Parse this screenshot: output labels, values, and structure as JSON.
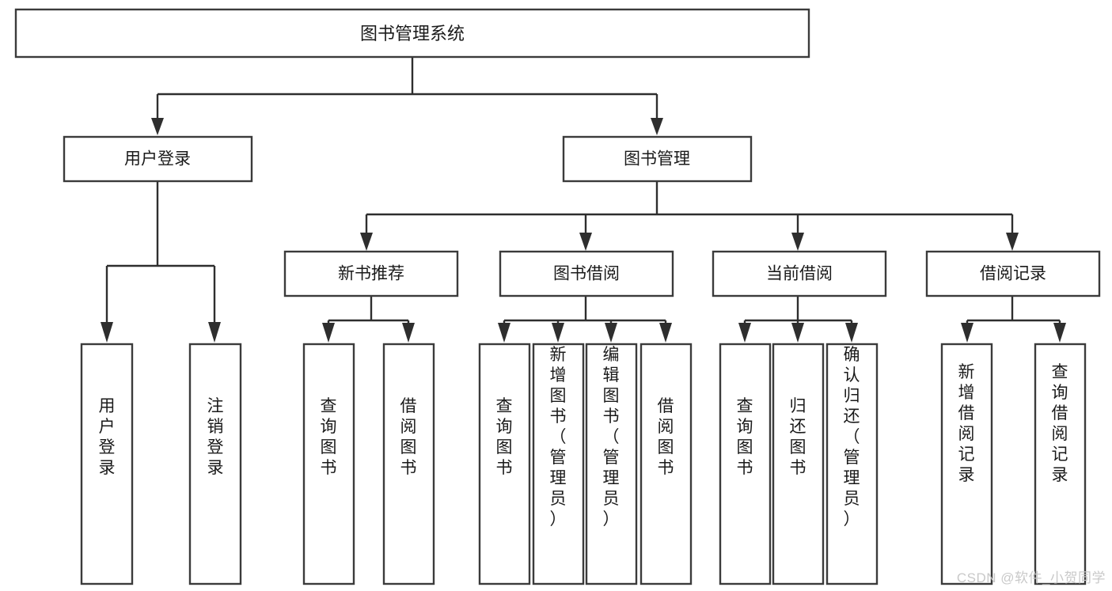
{
  "diagram": {
    "title": "图书管理系统",
    "watermark": "CSDN @软件_小贺同学",
    "stroke_color": "#3b3b3b",
    "fill_color": "#ffffff",
    "text_color": "#1a1a1a",
    "watermark_color": "#c9c9c9",
    "root": {
      "label": "图书管理系统"
    },
    "level2": [
      {
        "label": "用户登录"
      },
      {
        "label": "图书管理"
      }
    ],
    "level3": [
      {
        "label": "新书推荐"
      },
      {
        "label": "图书借阅"
      },
      {
        "label": "当前借阅"
      },
      {
        "label": "借阅记录"
      }
    ],
    "leaves": {
      "user_login": [
        {
          "label": "用户登录"
        },
        {
          "label": "注销登录"
        }
      ],
      "new_book_recommend": [
        {
          "label": "查询图书"
        },
        {
          "label": "借阅图书"
        }
      ],
      "book_borrow": [
        {
          "label": "查询图书"
        },
        {
          "label": "新增图书（管理员）"
        },
        {
          "label": "编辑图书（管理员）"
        },
        {
          "label": "借阅图书"
        }
      ],
      "current_borrow": [
        {
          "label": "查询图书"
        },
        {
          "label": "归还图书"
        },
        {
          "label": "确认归还（管理员）"
        }
      ],
      "borrow_record": [
        {
          "label": "新增借阅记录"
        },
        {
          "label": "查询借阅记录"
        }
      ]
    }
  }
}
